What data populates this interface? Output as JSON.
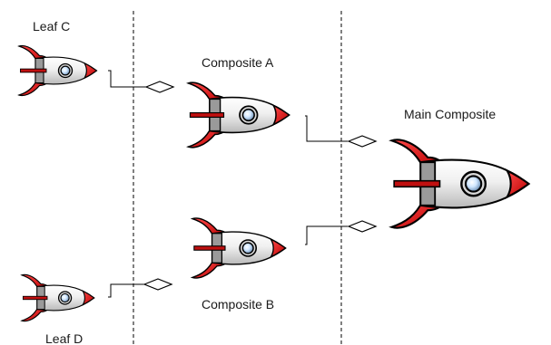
{
  "labels": {
    "leaf_c": "Leaf C",
    "leaf_d": "Leaf D",
    "composite_a": "Composite A",
    "composite_b": "Composite B",
    "main_composite": "Main Composite"
  },
  "colors": {
    "rocket_body": "#eeeeee",
    "rocket_red": "#e21818",
    "rocket_gray": "#9a9a9a",
    "outline": "#000000",
    "separator": "#000000"
  },
  "icons": {
    "rocket": "rocket-icon",
    "connector": "aggregation-diamond-icon"
  }
}
